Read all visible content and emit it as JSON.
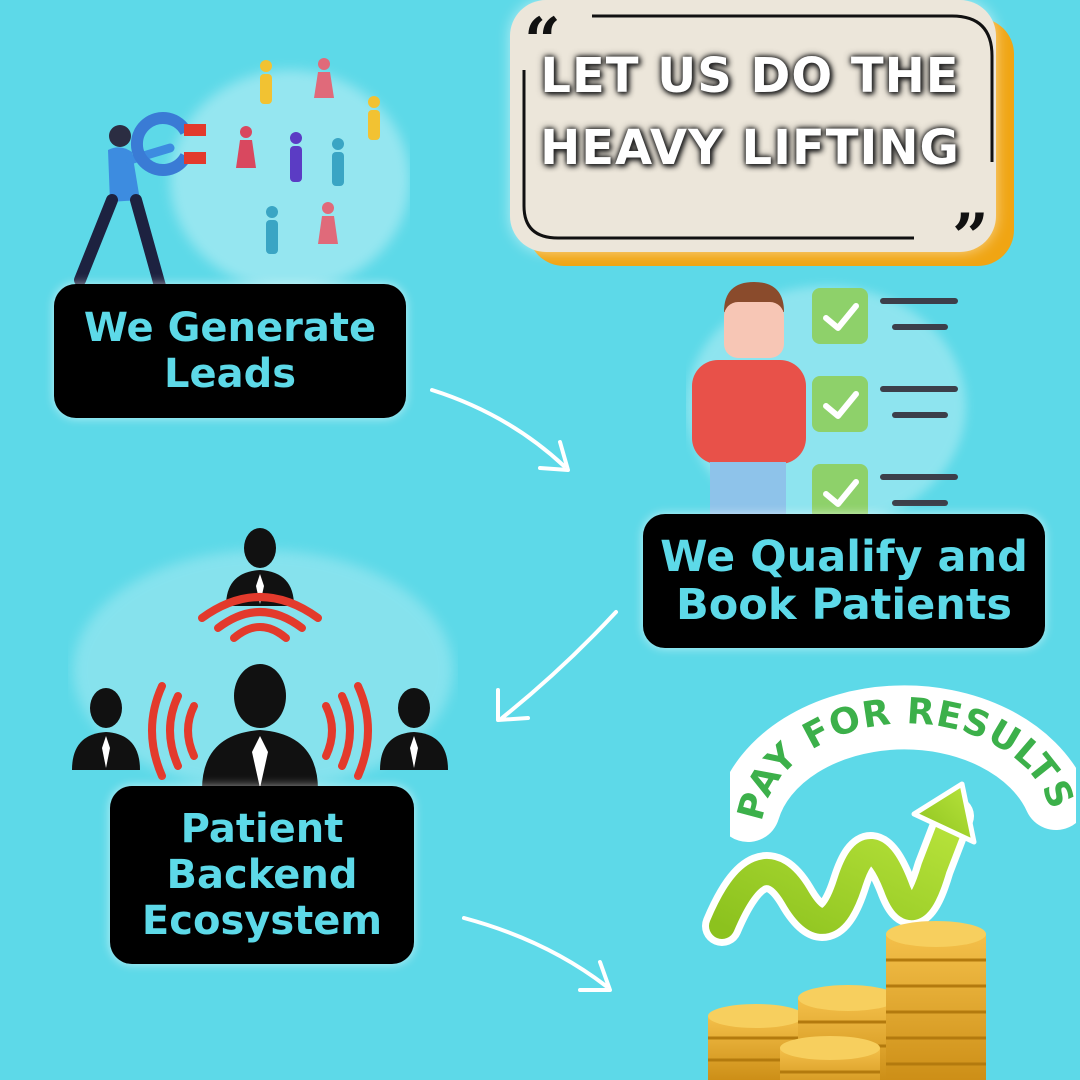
{
  "quote": {
    "line1": "LET US DO THE",
    "line2": "HEAVY LIFTING",
    "open_mark": "“",
    "close_mark": "”"
  },
  "steps": [
    {
      "line1": "We Generate",
      "line2": "Leads",
      "icon": "magnet-leads-icon"
    },
    {
      "line1": "We Qualify and",
      "line2": "Book Patients",
      "icon": "checklist-person-icon"
    },
    {
      "line1": "Patient",
      "line2": "Backend",
      "line3": "Ecosystem",
      "icon": "network-people-icon"
    }
  ],
  "result": {
    "text": "PAY FOR RESULTS",
    "icon": "growth-coins-icon"
  },
  "colors": {
    "background": "#5dd9e8",
    "label_bg": "#000000",
    "label_text": "#5dd9e8",
    "quote_accent": "#f0a513",
    "result_text": "#3cb04a",
    "signal_red": "#e33a2c"
  }
}
